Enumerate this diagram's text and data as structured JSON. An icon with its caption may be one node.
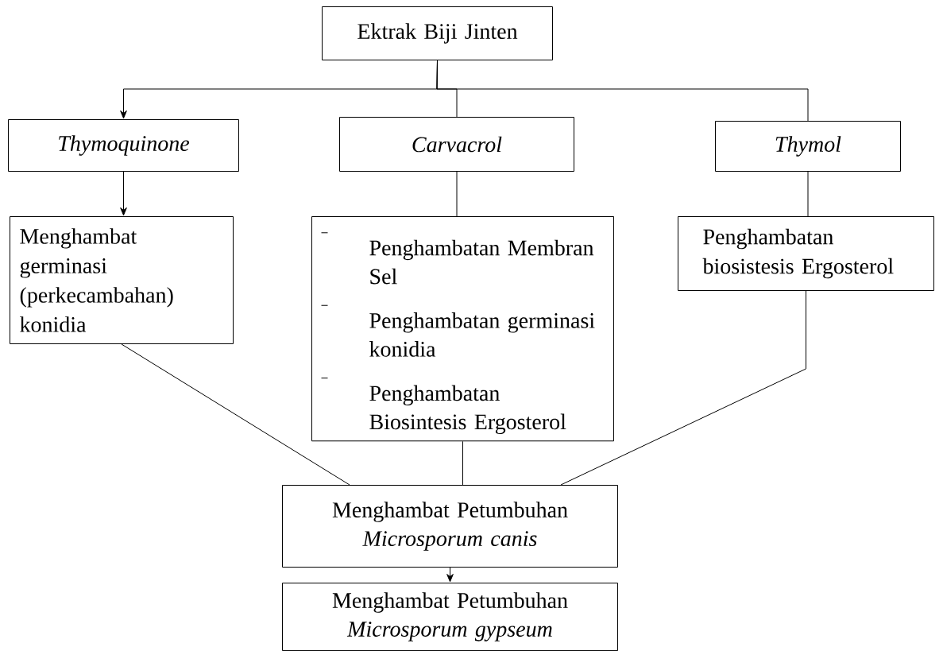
{
  "diagram": {
    "nodes": [
      {
        "text": [
          "Ektrak Biji Jinten"
        ]
      },
      {
        "text": [
          "Thymoquinone"
        ]
      },
      {
        "text": [
          "Carvacrol"
        ]
      },
      {
        "text": [
          "Thymol"
        ]
      },
      {
        "text": [
          "Menghambat germinasi (perkecambahan) konidia"
        ]
      },
      {
        "text": [
          "Penghambatan Membran Sel",
          "Penghambatan germinasi konidia",
          "Penghambatan Biosintesis Ergosterol"
        ]
      },
      {
        "text": [
          "Penghambatan biosistesis Ergosterol"
        ]
      },
      {
        "text": [
          "Menghambat Petumbuhan",
          "Microsporum canis"
        ]
      },
      {
        "text": [
          "Menghambat Petumbuhan",
          "Microsporum gypseum"
        ]
      }
    ],
    "edges": [
      {
        "from": 0,
        "to": 1,
        "arrow": "to"
      },
      {
        "from": 0,
        "to": 2,
        "arrow": "none"
      },
      {
        "from": 0,
        "to": 3,
        "arrow": "none"
      },
      {
        "from": 1,
        "to": 4,
        "arrow": "to"
      },
      {
        "from": 2,
        "to": 5,
        "arrow": "none"
      },
      {
        "from": 3,
        "to": 6,
        "arrow": "none"
      },
      {
        "from": 4,
        "to": 7,
        "arrow": "none"
      },
      {
        "from": 5,
        "to": 7,
        "arrow": "none"
      },
      {
        "from": 6,
        "to": 7,
        "arrow": "none"
      },
      {
        "from": 7,
        "to": 8,
        "arrow": "to"
      }
    ]
  }
}
